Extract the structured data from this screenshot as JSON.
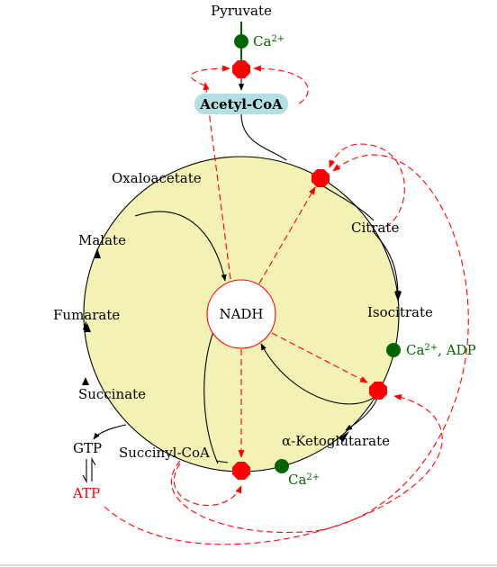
{
  "labels": {
    "pyruvate": "Pyruvate",
    "acetyl_coa": "Acetyl-CoA",
    "oxaloacetate": "Oxaloacetate",
    "citrate": "Citrate",
    "malate": "Malate",
    "fumarate": "Fumarate",
    "isocitrate": "Isocitrate",
    "nadh": "NADH",
    "succinate": "Succinate",
    "gtp": "GTP",
    "atp": "ATP",
    "succinyl_coa": "Succinyl-CoA",
    "alpha_ketoglutarate": "α-Ketoglutarate"
  },
  "activators": {
    "pdh_activator": {
      "symbol": "Ca",
      "sup": "2+",
      "suffix": ""
    },
    "idh_activator": {
      "symbol": "Ca",
      "sup": "2+",
      "suffix": ", ADP"
    },
    "akgdh_activator": {
      "symbol": "Ca",
      "sup": "2+",
      "suffix": ""
    }
  },
  "colors": {
    "cycle_fill": "#f3f1b3",
    "acetyl_box": "#b3dfe3",
    "activator_green": "#006400",
    "inhibitor_red": "#ff0000",
    "nadh_border": "#ff0000"
  },
  "icons": {
    "activator": "green-circle-icon",
    "inhibition_site": "red-octagon-icon"
  }
}
